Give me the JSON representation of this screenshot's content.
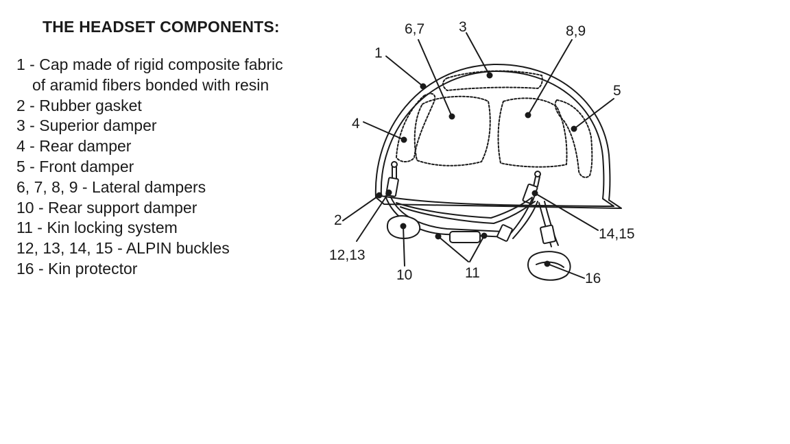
{
  "title": "THE HEADSET COMPONENTS:",
  "legend": [
    {
      "line1": "1 - Cap made of rigid composite fabric",
      "line2": "of aramid fibers bonded with resin"
    },
    {
      "line1": "2 - Rubber gasket"
    },
    {
      "line1": "3 - Superior damper"
    },
    {
      "line1": "4 - Rear damper"
    },
    {
      "line1": "5 - Front damper"
    },
    {
      "line1": "6, 7, 8, 9 - Lateral dampers"
    },
    {
      "line1": "10 - Rear support damper"
    },
    {
      "line1": "11 - Kin locking system"
    },
    {
      "line1": "12, 13, 14, 15 - ALPIN buckles"
    },
    {
      "line1": "16 - Kin protector"
    }
  ],
  "callouts": {
    "c1": "1",
    "c2": "2",
    "c3": "3",
    "c4": "4",
    "c5": "5",
    "c67": "6,7",
    "c89": "8,9",
    "c10": "10",
    "c11": "11",
    "c1213": "12,13",
    "c1415": "14,15",
    "c16": "16"
  }
}
